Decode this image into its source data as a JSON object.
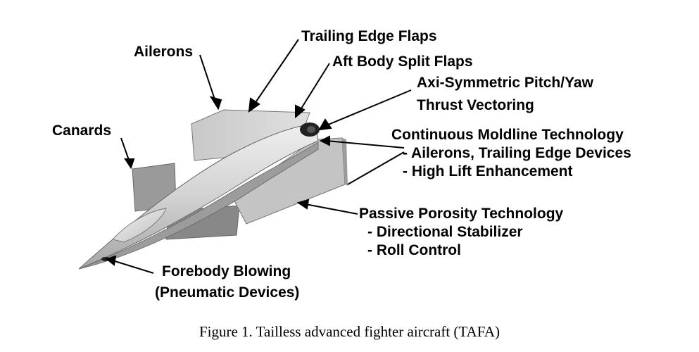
{
  "labels": {
    "trailing_edge_flaps": "Trailing Edge Flaps",
    "ailerons": "Ailerons",
    "aft_body_split_flaps": "Aft Body Split Flaps",
    "axi_line1": "Axi-Symmetric Pitch/Yaw",
    "axi_line2": "Thrust Vectoring",
    "canards": "Canards",
    "cmt_title": "Continuous Moldline Technology",
    "cmt_item1": "-  Ailerons, Trailing Edge Devices",
    "cmt_item2": "-  High Lift Enhancement",
    "ppt_title": "Passive Porosity Technology",
    "ppt_item1": "-  Directional Stabilizer",
    "ppt_item2": "-  Roll Control",
    "fb_line1": "Forebody Blowing",
    "fb_line2": "(Pneumatic Devices)"
  },
  "caption": "Figure 1.  Tailless advanced fighter aircraft (TAFA)",
  "colors": {
    "text": "#000000",
    "aircraft_light": "#d9d9d9",
    "aircraft_mid": "#b8b8b8",
    "aircraft_dark": "#8a8a8a",
    "outline": "#555555"
  }
}
